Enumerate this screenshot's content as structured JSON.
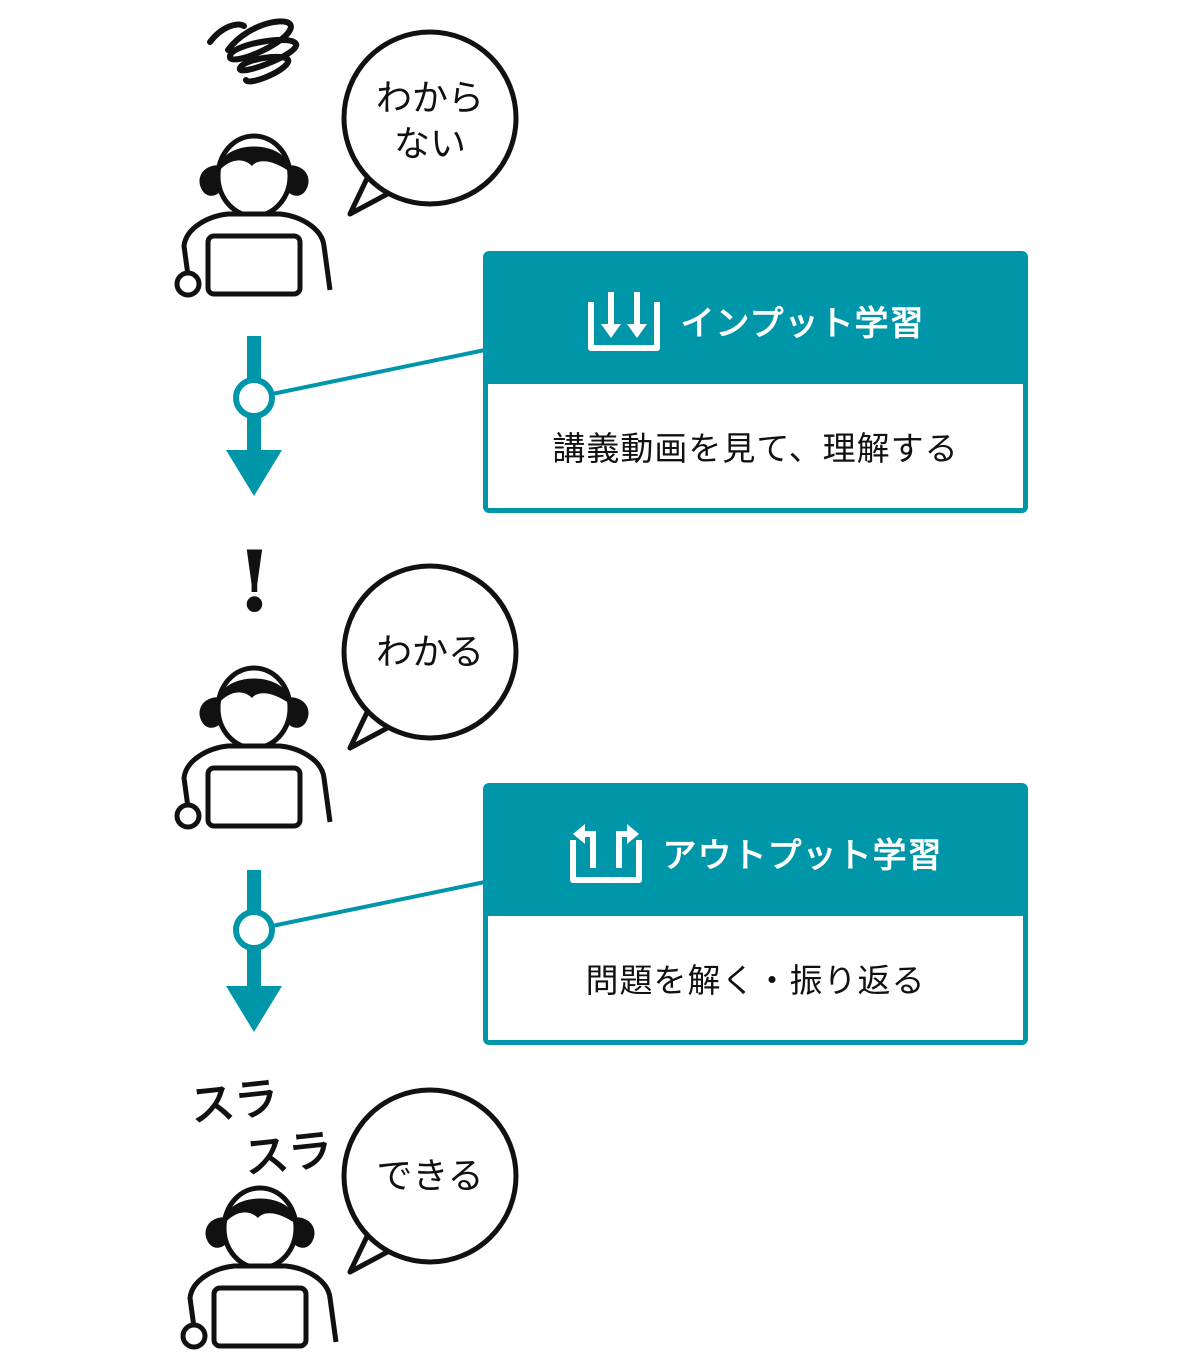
{
  "colors": {
    "accent": "#0096aa",
    "ink": "#111111",
    "paper": "#ffffff"
  },
  "stages": [
    {
      "bubble_lines": [
        "わから",
        "ない"
      ]
    },
    {
      "bubble_lines": [
        "わかる"
      ]
    },
    {
      "bubble_lines": [
        "できる"
      ]
    }
  ],
  "exclaim": "!",
  "smooth_text": [
    "スラ",
    "スラ"
  ],
  "cards": [
    {
      "icon": "input-tray-icon",
      "title": "インプット学習",
      "body": "講義動画を見て、理解する"
    },
    {
      "icon": "output-tray-icon",
      "title": "アウトプット学習",
      "body": "問題を解く・振り返る"
    }
  ]
}
